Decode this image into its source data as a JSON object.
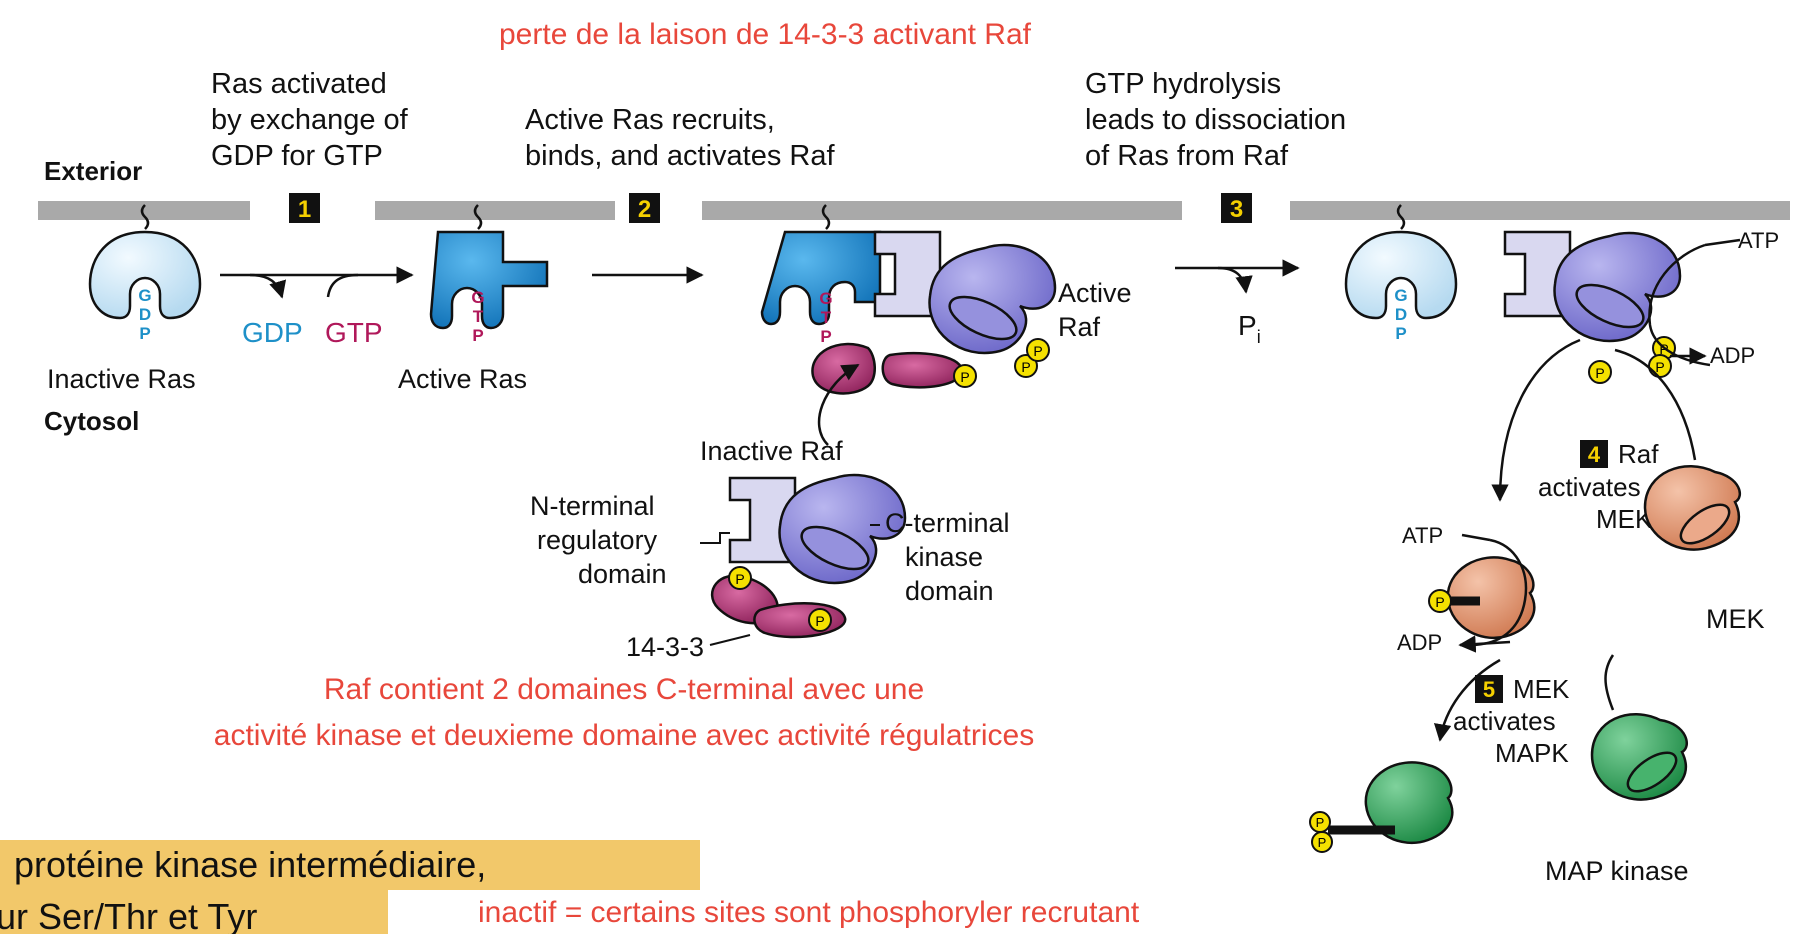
{
  "annotations": {
    "top_note": "perte de la laison de 14-3-3 activant Raf",
    "raf_note_line1": "Raf contient 2 domaines C-terminal avec une",
    "raf_note_line2": "activité kinase et deuxieme domaine avec activité régulatrices",
    "bottom_note": "inactif = certains sites sont phosphoryler recrutant"
  },
  "highlight_bars": {
    "line1": "protéine kinase intermédiaire,",
    "line2": "ur Ser/Thr et Tyr"
  },
  "labels": {
    "exterior": "Exterior",
    "cytosol": "Cytosol",
    "step1_text": [
      "Ras activated",
      "by exchange of",
      "GDP for GTP"
    ],
    "step2_text": [
      "Active Ras recruits,",
      "binds, and activates Raf"
    ],
    "step3_text": [
      "GTP hydrolysis",
      "leads to dissociation",
      "of Ras from Raf"
    ],
    "inactive_ras": "Inactive Ras",
    "active_ras": "Active Ras",
    "gdp": "GDP",
    "gtp": "GTP",
    "active_raf": [
      "Active",
      "Raf"
    ],
    "pi": "P",
    "pi_sub": "i",
    "inactive_raf": "Inactive Raf",
    "n_terminal": [
      "N-terminal",
      "regulatory",
      "domain"
    ],
    "c_terminal": [
      "C-terminal",
      "kinase",
      "domain"
    ],
    "protein_1433": "14-3-3",
    "atp": "ATP",
    "adp": "ADP",
    "step4_text": [
      "Raf",
      "activates",
      "MEK"
    ],
    "mek": "MEK",
    "step5_text": [
      "MEK",
      "activates",
      "MAPK"
    ],
    "map_kinase": "MAP kinase",
    "phospho": "P",
    "gdp_letters": [
      "G",
      "D",
      "P"
    ],
    "gtp_letters": [
      "G",
      "T",
      "P"
    ]
  },
  "steps": [
    "1",
    "2",
    "3",
    "4",
    "5"
  ],
  "colors": {
    "membrane": "#a9a9a9",
    "ras_inactive": "#cfe7f5",
    "ras_active": "#1e8fd6",
    "raf_regulatory": "#d9d8f0",
    "raf_kinase": "#8a86d8",
    "protein_1433": "#a02a6a",
    "mek": "#e39b78",
    "mapk": "#2ea058",
    "phosphate": "#f5e100",
    "note_red": "#e8473b",
    "highlight": "#f2c86a",
    "gdp_blue": "#1e90c8",
    "gtp_magenta": "#b0185a"
  }
}
